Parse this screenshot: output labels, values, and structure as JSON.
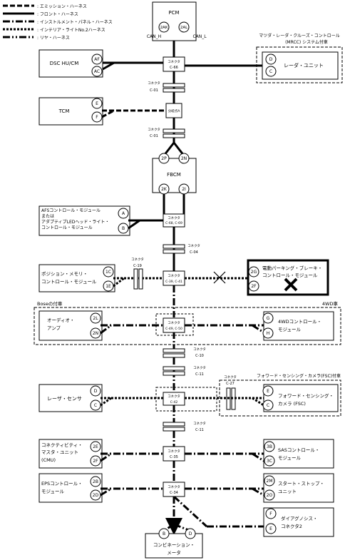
{
  "legend": [
    {
      "label": ": エミッション・ハーネス",
      "style": "emission"
    },
    {
      "label": ": フロント・ハーネス",
      "style": "front"
    },
    {
      "label": ": インストルメント・パネル・ハーネス",
      "style": "instrument"
    },
    {
      "label": ": インテリア・ライトNo.2ハーネス",
      "style": "interior"
    },
    {
      "label": ": リヤ・ハーネス",
      "style": "rear"
    }
  ],
  "pcm": {
    "name": "PCM",
    "pin_hi": "2AK",
    "pin_lo": "2AL",
    "can_hi": "CAN_H",
    "can_lo": "CAN_L"
  },
  "dsc": {
    "name": "DSC HU/CM",
    "pin1": "AF",
    "pin2": "AC"
  },
  "c66": {
    "line1": "コネクタ",
    "line2": "C-66"
  },
  "radar": {
    "header1": "マツダ・レーダ・クルーズ・コントロール",
    "header2": "(MRCC) システム付車",
    "name": "レーダ・ユニット",
    "pin1": "D",
    "pin2": "C"
  },
  "c01a": {
    "line1": "コネクタ",
    "line2": "C-01"
  },
  "tcm": {
    "name": "TCM",
    "pin1": "E",
    "pin2": "F"
  },
  "split": {
    "label": "分岐点A"
  },
  "c01b": {
    "line1": "コネクタ",
    "line2": "C-01"
  },
  "fbcm": {
    "name": "FBCM",
    "pin_tl": "2P",
    "pin_tr": "2N",
    "pin_bl": "2K",
    "pin_br": "2I"
  },
  "afs": {
    "line1": "AFSコントロール・モジュール",
    "line2": "または",
    "line3": "アダプティブLEDヘッド・ライト・",
    "line4": "コントロール・モジュール",
    "pin1": "A",
    "pin2": "B"
  },
  "c68": {
    "line1": "コネクタ",
    "line2": "C-68, C-69"
  },
  "c04": {
    "line1": "コネクタ",
    "line2": "C-04"
  },
  "pos": {
    "line1": "ポジション・メモリ・",
    "line2": "コントロール・モジュール",
    "pin1": "1C",
    "pin2": "1E"
  },
  "c19": {
    "line1": "コネクタ",
    "line2": "C-19"
  },
  "c39": {
    "line1": "コネクタ",
    "line2": "C-39, C-41"
  },
  "epb": {
    "line1": "電動パーキング・ブレーキ・",
    "line2": "コントロール・モジュール",
    "pin1": "2G",
    "pin2": "2F"
  },
  "bose": {
    "header": "Boseの付車",
    "line1": "オーディオ・",
    "line2": "アンプ",
    "pin1": "2L",
    "pin2": "2N"
  },
  "c49": {
    "line1": "コネクタ",
    "line2": "C-49, C-50"
  },
  "fwd": {
    "header": "4WD車",
    "line1": "4WDコントロール・",
    "line2": "モジュール",
    "pin1": "G",
    "pin2": "H"
  },
  "c10": {
    "line1": "コネクタ",
    "line2": "C-10"
  },
  "c11a": {
    "line1": "コネクタ",
    "line2": "C-11"
  },
  "laser": {
    "name": "レーザ・センサ",
    "pin1": "D",
    "pin2": "C"
  },
  "c42": {
    "line1": "コネクタ",
    "line2": "C-42"
  },
  "c27": {
    "line1": "コネクタ",
    "line2": "C-27"
  },
  "fsc": {
    "header": "フォワード・センシング・カメラ(FSC)付車",
    "line1": "フォワード・センシング・",
    "line2": "カメラ (FSC)",
    "pin1": "E",
    "pin2": "C"
  },
  "c11b": {
    "line1": "コネクタ",
    "line2": "C-11"
  },
  "cmu": {
    "line1": "コネクティビティ・",
    "line2": "マスタ・ユニット",
    "line3": "(CMU)",
    "pin1": "2E",
    "pin2": "2F"
  },
  "c35": {
    "line1": "コネクタ",
    "line2": "C-35"
  },
  "sas": {
    "line1": "SASコントロール・",
    "line2": "モジュール",
    "pin1": "3B",
    "pin2": "3C"
  },
  "eps": {
    "line1": "EPSコントロール・",
    "line2": "モジュール",
    "pin1": "2B",
    "pin2": "2D"
  },
  "c34": {
    "line1": "コネクタ",
    "line2": "C-34"
  },
  "ss": {
    "line1": "スタート・ストップ・",
    "line2": "ユニット",
    "pin1": "2M",
    "pin2": "2O"
  },
  "diag": {
    "line1": "ダイアグノシス・",
    "line2": "コネクタ2",
    "pin1": "F",
    "pin2": "E"
  },
  "meter": {
    "line1": "コンビネーション・",
    "line2": "メータ",
    "pin1": "B",
    "pin2": "D"
  }
}
